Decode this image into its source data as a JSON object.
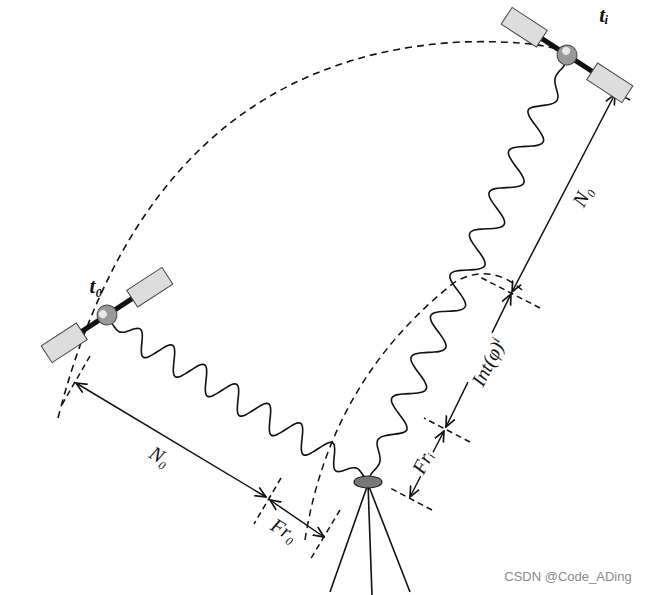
{
  "diagram": {
    "labels": [
      "t₀",
      "tᵢ",
      "N₀",
      "Fr₀",
      "N₀",
      "Int(φ)ⁱ",
      "Frᵢ",
      "CSDN @Code_ADing"
    ]
  }
}
